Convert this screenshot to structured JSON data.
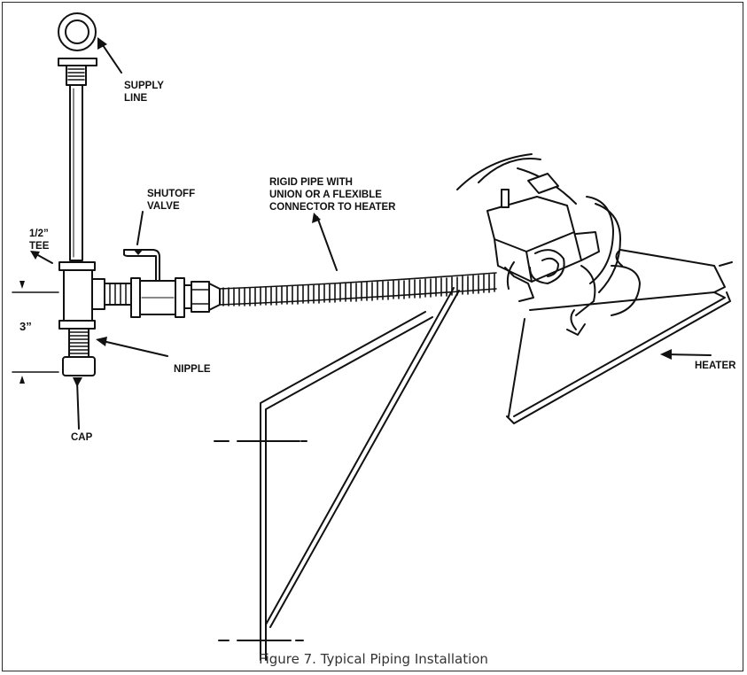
{
  "labels": {
    "supply_line": "SUPPLY\nLINE",
    "shutoff_valve": "SHUTOFF\nVALVE",
    "rigid_pipe": "RIGID PIPE WITH\nUNION OR A FLEXIBLE\nCONNECTOR TO HEATER",
    "tee": "1/2”\nTEE",
    "dimension": "3”",
    "nipple": "NIPPLE",
    "cap": "CAP",
    "heater": "HEATER"
  },
  "caption": "Figure 7. Typical Piping Installation"
}
